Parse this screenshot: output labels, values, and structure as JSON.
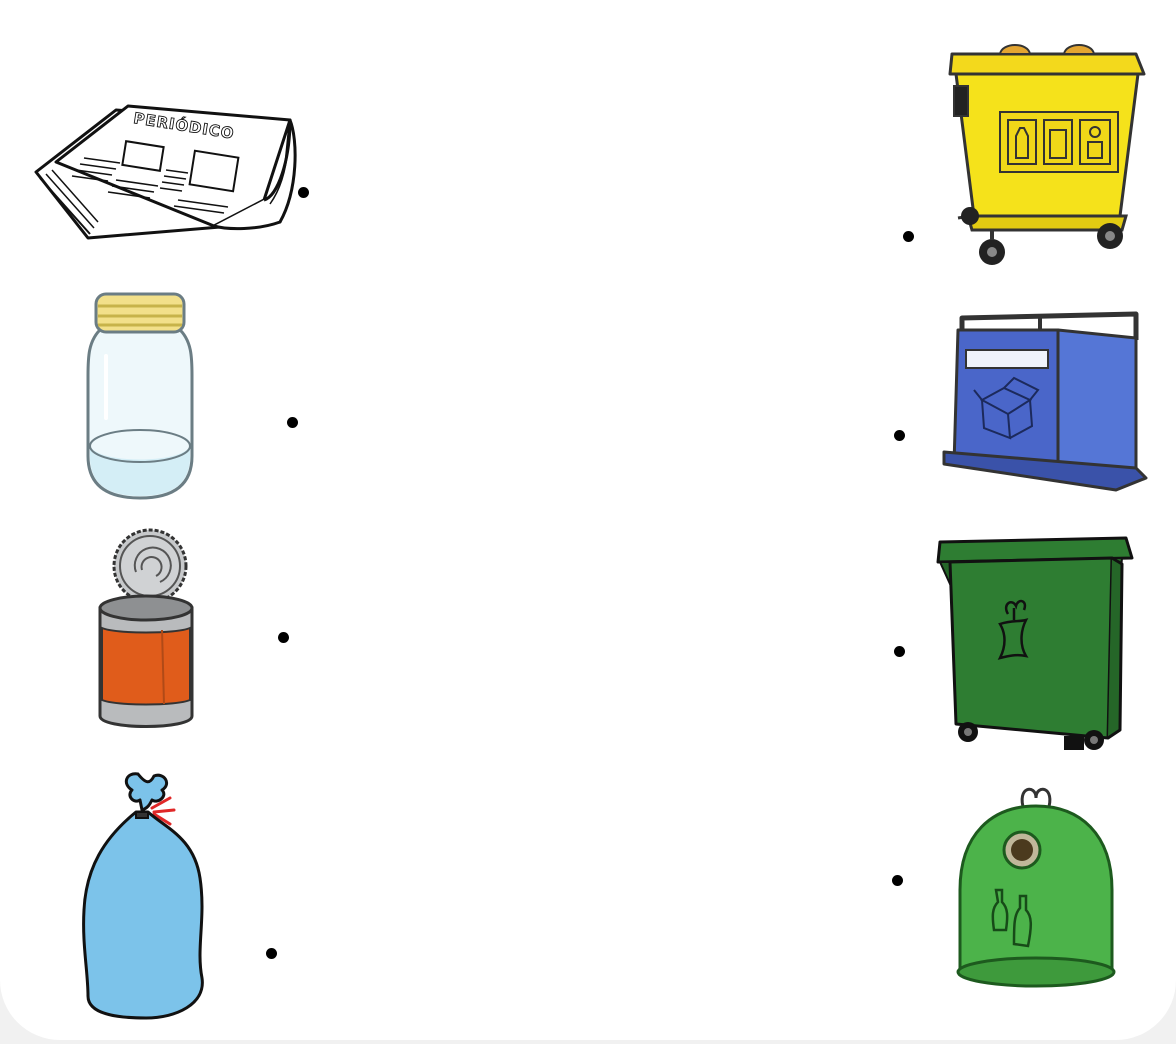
{
  "worksheet": {
    "newspaper_label": "PERIÓDICO",
    "items": [
      {
        "id": "newspaper",
        "icon": "newspaper-icon"
      },
      {
        "id": "glass-jar",
        "icon": "glass-jar-icon"
      },
      {
        "id": "tin-can",
        "icon": "tin-can-icon"
      },
      {
        "id": "trash-bag",
        "icon": "trash-bag-icon"
      }
    ],
    "bins": [
      {
        "id": "yellow-container",
        "icon": "yellow-bin-icon",
        "color": "#f5e21b"
      },
      {
        "id": "blue-container",
        "icon": "blue-bin-icon",
        "color": "#4a66c9"
      },
      {
        "id": "green-organic-container",
        "icon": "green-bin-icon",
        "color": "#2e7d32"
      },
      {
        "id": "glass-igloo-container",
        "icon": "glass-igloo-icon",
        "color": "#4cb34a"
      }
    ]
  }
}
